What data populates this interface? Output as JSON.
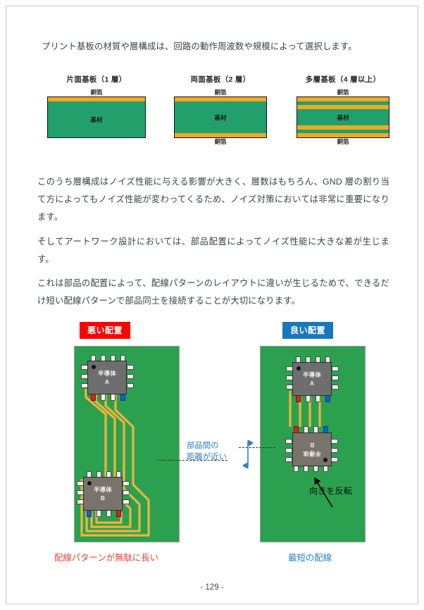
{
  "page": {
    "number_label": "- 129 -"
  },
  "paragraphs": {
    "intro": "プリント基板の材質や層構成は、回路の動作周波数や規模によって選択します。",
    "p2": "このうち層構成はノイズ性能に与える影響が大きく、層数はもちろん、GND 層の割り当て方によってもノイズ性能が変わってくるため、ノイズ対策においては非常に重要になります。",
    "p3": "そしてアートワーク設計においては、部品配置によってノイズ性能に大きな差が生じます。",
    "p4": "これは部品の配置によって、配線パターンのレイアウトに違いが生じるためで、できるだけ短い配線パターンで部品同士を接続することが大切になります。"
  },
  "stackups": {
    "copper_label": "銅箔",
    "core_label": "基材",
    "items": [
      {
        "title": "片面基板（1 層）"
      },
      {
        "title": "両面基板（2 層）"
      },
      {
        "title": "多層基板（4 層以上）"
      }
    ]
  },
  "comparison": {
    "bad": {
      "badge": "悪い配置",
      "caption": "配線パターンが無駄に長い",
      "chip_a_line1": "半導体",
      "chip_a_line2": "A",
      "chip_b_line1": "半導体",
      "chip_b_line2": "B"
    },
    "good": {
      "badge": "良い配置",
      "caption": "最短の配線",
      "chip_a_line1": "半導体",
      "chip_a_line2": "A",
      "chip_b_line1": "半導体",
      "chip_b_line2": "B",
      "flip_note": "向きを反転"
    },
    "distance_note_line1": "部品間の",
    "distance_note_line2": "距離が近い"
  },
  "colors": {
    "bad_badge_bg": "#ff0000",
    "good_badge_bg": "#1878bd",
    "bad_caption": "#e8453c",
    "good_caption": "#2f7fc4",
    "pcb_green": "#2ba14f",
    "copper": "#f0a829",
    "trace": "#f0b43c",
    "core_green": "#22a06b",
    "chip_gray": "#6e6e6e",
    "chip_brown": "#7a736c",
    "pin_red": "#e02020",
    "pin_blue": "#1060d0"
  }
}
